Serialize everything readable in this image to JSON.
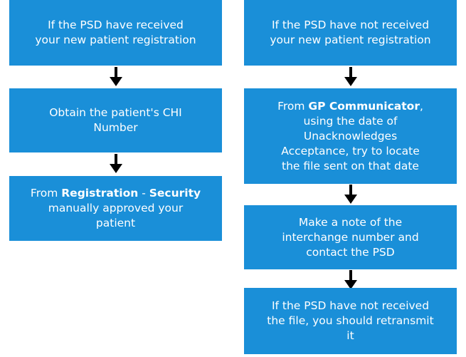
{
  "colors": {
    "box": "#1a8fd8",
    "text": "#ffffff",
    "arrow": "#000000"
  },
  "left": {
    "box1": {
      "line1": "If the PSD have received",
      "line2": "your new patient registration"
    },
    "box2": {
      "line1": "Obtain the patient's CHI",
      "line2": "Number"
    },
    "box3": {
      "line1_prefix": "From ",
      "line1_bold_a": "Registration",
      "line1_sep": " - ",
      "line1_bold_b": "Security",
      "line2": "manually approved your",
      "line3": "patient"
    }
  },
  "right": {
    "box1": {
      "line1": "If the PSD have not received",
      "line2": "your new patient registration"
    },
    "box2": {
      "line1_prefix": "From ",
      "line1_bold": "GP Communicator",
      "line1_suffix": ",",
      "line2": "using the date of",
      "line3": "Unacknowledges",
      "line4": "Acceptance, try to locate",
      "line5": "the file sent on that date"
    },
    "box3": {
      "line1": "Make a note of the",
      "line2": "interchange number and",
      "line3": "contact the PSD"
    },
    "box4": {
      "line1": "If the PSD have not received",
      "line2": "the file, you should retransmit",
      "line3": "it"
    }
  }
}
